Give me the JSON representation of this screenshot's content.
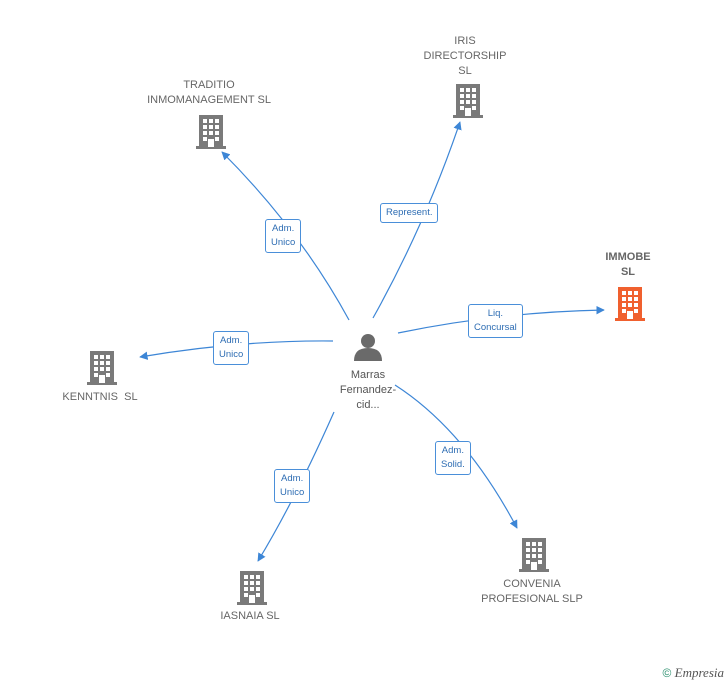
{
  "center": {
    "name_lines": [
      "Marras",
      "Fernandez-",
      "cid..."
    ]
  },
  "companies": [
    {
      "id": "iris",
      "lines": [
        "IRIS",
        "DIRECTORSHIP",
        "SL"
      ],
      "highlight": false
    },
    {
      "id": "traditio",
      "lines": [
        "TRADITIO",
        "INMOMANAGEMENT SL"
      ],
      "highlight": false
    },
    {
      "id": "immobe",
      "lines": [
        "IMMOBE",
        "SL"
      ],
      "highlight": true
    },
    {
      "id": "kenntnis",
      "lines": [
        "KENNTNIS  SL"
      ],
      "highlight": false
    },
    {
      "id": "convenia",
      "lines": [
        "CONVENIA",
        "PROFESIONAL SLP"
      ],
      "highlight": false
    },
    {
      "id": "iasnaia",
      "lines": [
        "IASNAIA SL"
      ],
      "highlight": false
    }
  ],
  "relations": [
    {
      "to": "iris",
      "label_lines": [
        "Represent."
      ]
    },
    {
      "to": "traditio",
      "label_lines": [
        "Adm.",
        "Unico"
      ]
    },
    {
      "to": "immobe",
      "label_lines": [
        "Liq.",
        "Concursal"
      ]
    },
    {
      "to": "kenntnis",
      "label_lines": [
        "Adm.",
        "Unico"
      ]
    },
    {
      "to": "convenia",
      "label_lines": [
        "Adm.",
        "Solid."
      ]
    },
    {
      "to": "iasnaia",
      "label_lines": [
        "Adm.",
        "Unico"
      ]
    }
  ],
  "colors": {
    "edge": "#3d86d6",
    "building": "#7a7a7a",
    "highlight_building": "#f0602e",
    "person": "#6a6a6a"
  },
  "footer": {
    "copyright": "©",
    "brand": "Empresia"
  }
}
